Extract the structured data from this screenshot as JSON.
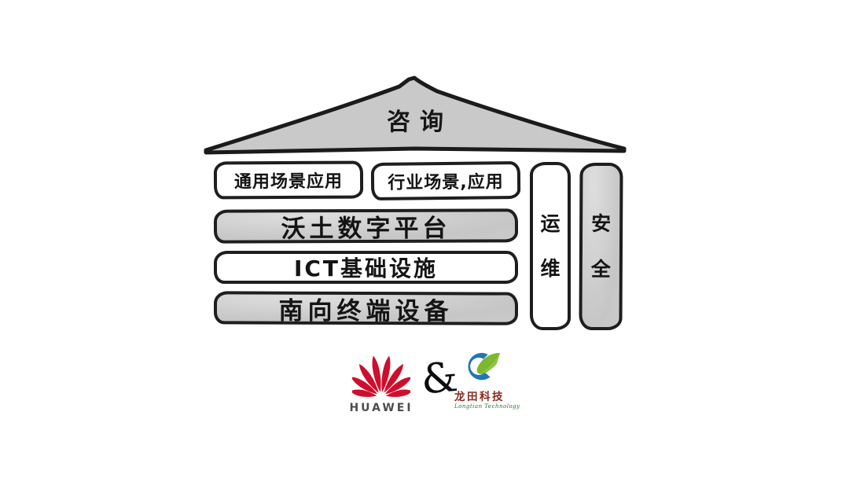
{
  "diagram": {
    "roof": {
      "label": "咨询"
    },
    "layers": {
      "apps_general": "通用场景应用",
      "apps_industry": "行业场景,应用",
      "platform": "沃土数字平台",
      "ict": "ICT基础设施",
      "devices": "南向终端设备"
    },
    "pillars": {
      "ops": "运维",
      "security": "安全"
    },
    "colors": {
      "outline": "#1e1e1e",
      "box_gray": "#c9c9c9",
      "box_white": "#ffffff"
    }
  },
  "footer": {
    "huawei_wordmark": "HUAWEI",
    "joiner": "&",
    "longtian_cn": "龙田科技",
    "longtian_en": "Longtian Technology",
    "colors": {
      "huawei_red": "#ce0e2d",
      "huawei_wordmark_gray": "#4d4d4d",
      "longtian_blue": "#2077b4",
      "longtian_green": "#7cb82f",
      "longtian_cn_red": "#8a2a1e",
      "longtian_en_green": "#2e6b2e"
    }
  }
}
